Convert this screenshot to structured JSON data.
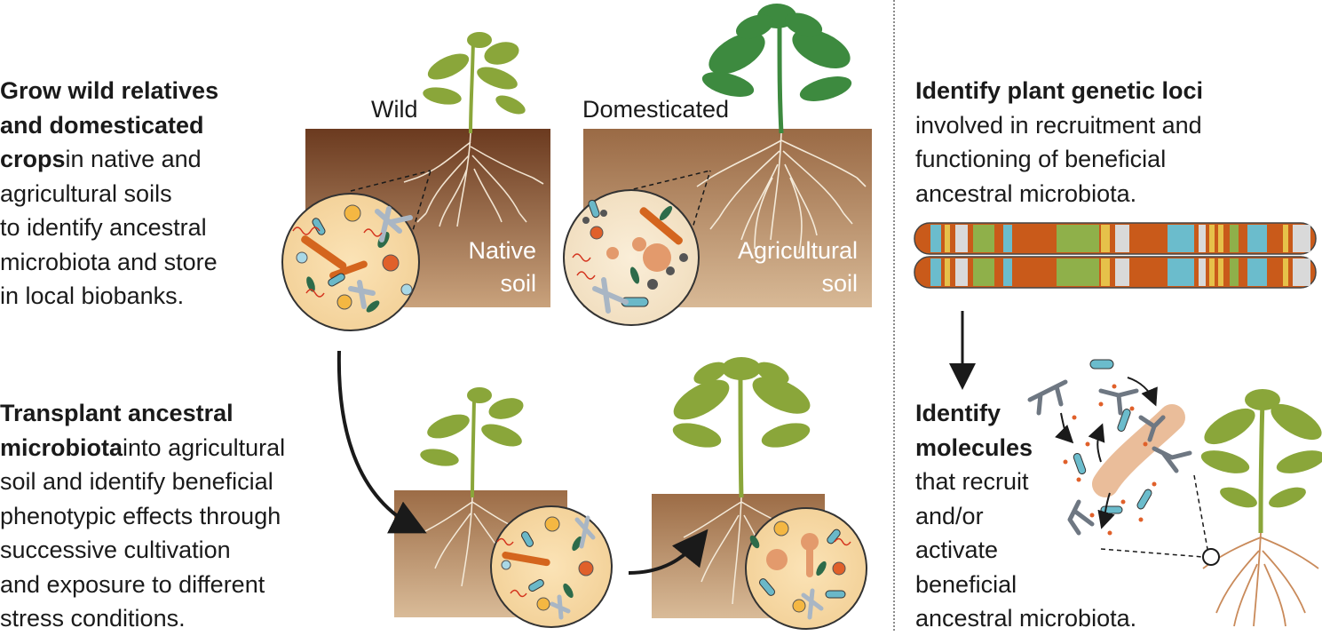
{
  "panel_left": {
    "step1": {
      "bold_line1": "Grow wild relatives",
      "bold_line2": "and domesticated",
      "bold_line3": "crops",
      "line3_rest": "in native and",
      "line4": "agricultural soils",
      "line5": "to identify ancestral",
      "line6": "microbiota and store",
      "line7": "in local biobanks."
    },
    "step2": {
      "bold_line1": "Transplant ancestral",
      "bold_line2": "microbiota",
      "line2_rest": "into agricultural",
      "line3": "soil and identify beneficial",
      "line4": "phenotypic effects through",
      "line5": "successive cultivation",
      "line6": "and exposure to different",
      "line7": "stress conditions."
    }
  },
  "panel_middle": {
    "wild_label": "Wild",
    "domesticated_label": "Domesticated",
    "native_soil_line1": "Native",
    "native_soil_line2": "soil",
    "agri_soil_line1": "Agricultural",
    "agri_soil_line2": "soil"
  },
  "panel_right": {
    "step3": {
      "bold_line1": "Identify plant genetic loci",
      "line2": "involved in recruitment and",
      "line3": "functioning of beneficial",
      "line4": "ancestral microbiota."
    },
    "step4": {
      "bold_line1": "Identify",
      "bold_line2": "molecules",
      "line3": "that recruit",
      "line4": "and/or",
      "line5": "activate",
      "line6": "beneficial",
      "line7": "ancestral microbiota."
    }
  },
  "colors": {
    "soil_dark": "#6b3a1f",
    "soil_light": "#c9a27c",
    "plant_wild": "#8aa63a",
    "plant_domesticated": "#3d8a3f",
    "microbe_orange": "#d4651e",
    "microbe_blue": "#6ab8c8",
    "chromosome_orange": "#c95a1a",
    "chromosome_green": "#8fb04a",
    "chromosome_teal": "#6bbccc"
  }
}
